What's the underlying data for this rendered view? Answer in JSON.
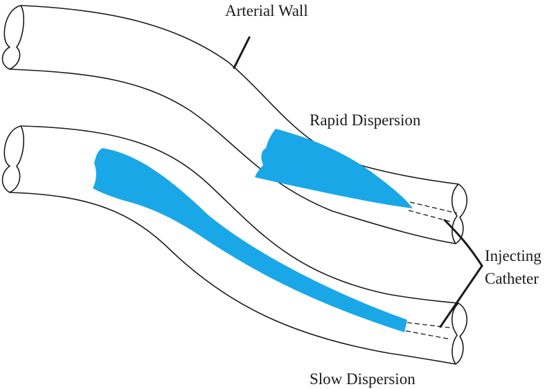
{
  "labels": {
    "arterial_wall": "Arterial Wall",
    "rapid_dispersion": "Rapid Dispersion",
    "slow_dispersion": "Slow Dispersion",
    "injecting_line1": "Injecting",
    "injecting_line2": "Catheter"
  },
  "colors": {
    "dye": "#1aa7e8",
    "line": "#1a1a1a"
  }
}
